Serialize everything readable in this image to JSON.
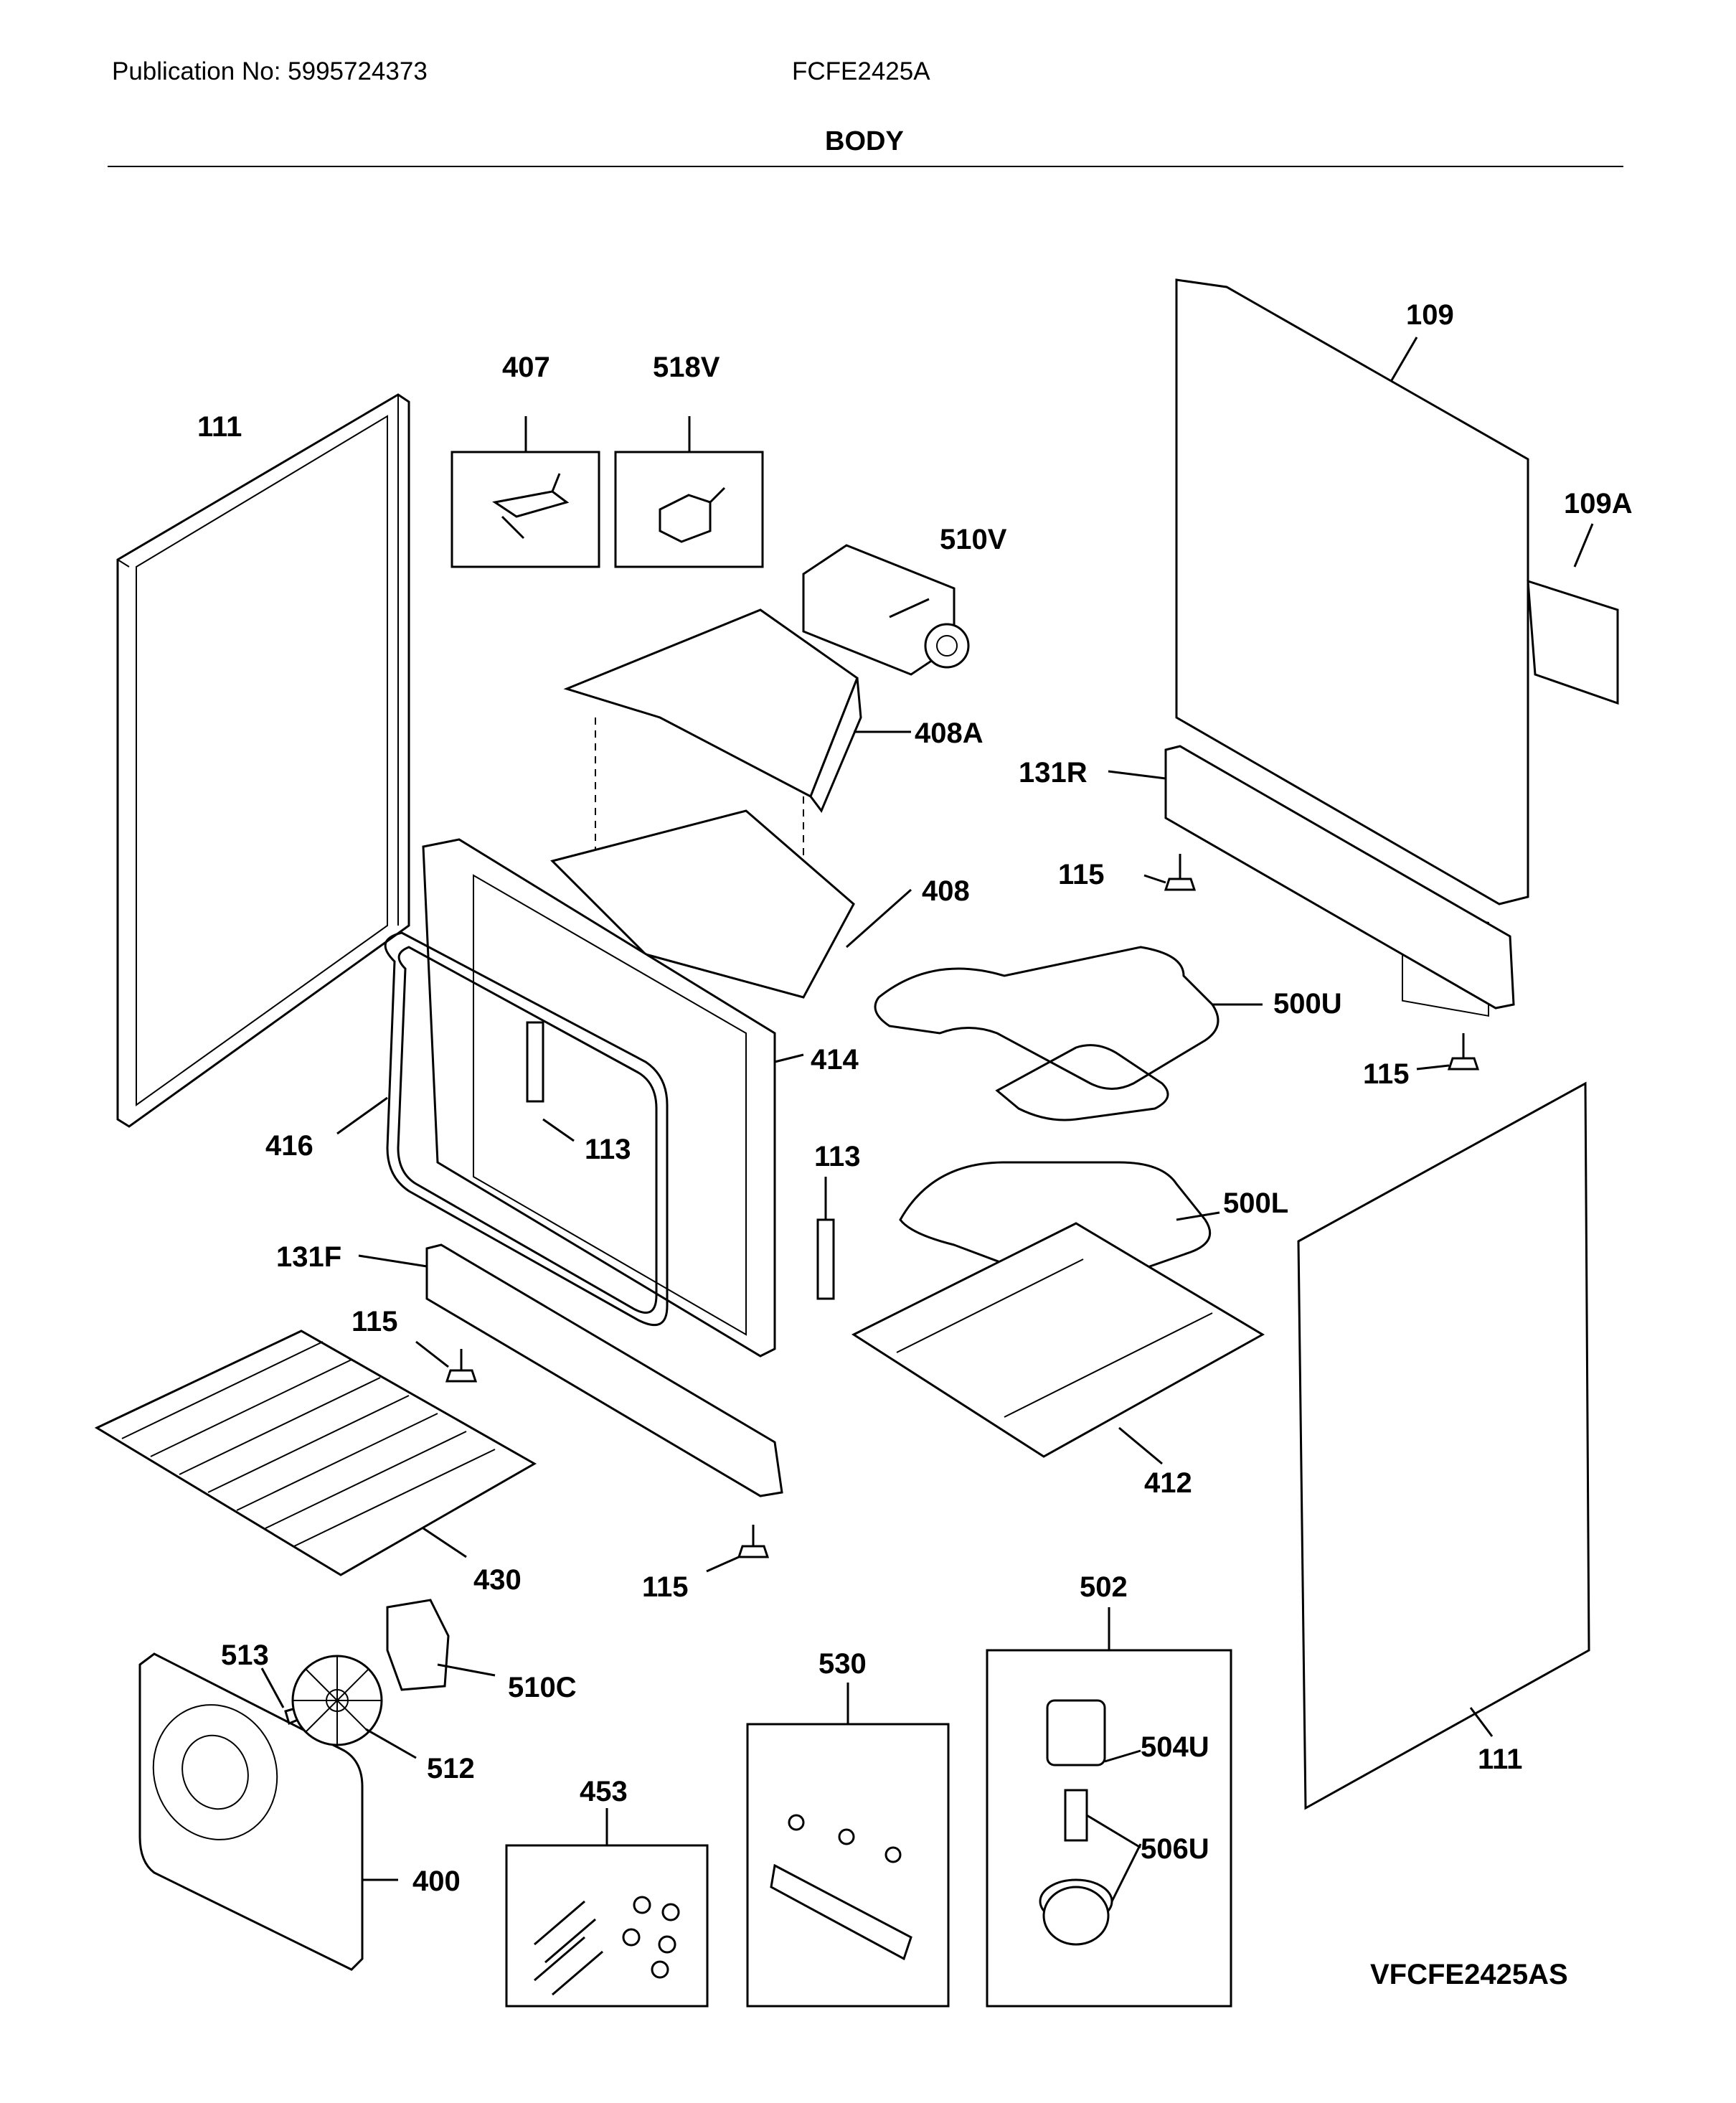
{
  "header": {
    "publication": "Publication No: 5995724373",
    "model": "FCFE2425A",
    "section_title": "BODY"
  },
  "footer": {
    "diagram_code": "VFCFE2425AS"
  },
  "callouts": {
    "c407": "407",
    "c518v": "518V",
    "c111_left": "111",
    "c109": "109",
    "c109a": "109A",
    "c510v": "510V",
    "c408a": "408A",
    "c131r": "131R",
    "c115_a": "115",
    "c408": "408",
    "c500u": "500U",
    "c414": "414",
    "c115_b": "115",
    "c416": "416",
    "c113_a": "113",
    "c113_b": "113",
    "c500l": "500L",
    "c131f": "131F",
    "c115_c": "115",
    "c412": "412",
    "c430": "430",
    "c115_d": "115",
    "c502": "502",
    "c513": "513",
    "c510c": "510C",
    "c530": "530",
    "c504u": "504U",
    "c111_right": "111",
    "c512": "512",
    "c453": "453",
    "c506u": "506U",
    "c400": "400"
  }
}
